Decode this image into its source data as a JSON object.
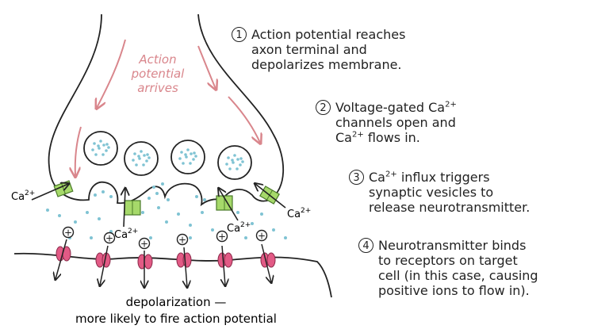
{
  "arrival_label": [
    "Action",
    "potential",
    "arrives"
  ],
  "ion_label": "Ca",
  "ion_charge": "2+",
  "plus_sign": "+",
  "steps": [
    {
      "num": "1",
      "text": "Action potential reaches\naxon terminal and\ndepolarizes membrane."
    },
    {
      "num": "2",
      "text_before": "Voltage-gated Ca",
      "sup1": "2+",
      "text_mid": "\nchannels open and\nCa",
      "sup2": "2+",
      "text_after": " flows in."
    },
    {
      "num": "3",
      "text_before": "Ca",
      "sup1": "2+",
      "text_after": " influx triggers\nsynaptic vesicles to\nrelease neurotransmitter."
    },
    {
      "num": "4",
      "text": "Neurotransmitter binds\nto receptors on target\ncell (in this case, causing\npositive ions to flow in)."
    }
  ],
  "caption": [
    "depolarization —",
    "more likely to fire action potential"
  ],
  "colors": {
    "arrow_pink": "#d9868c",
    "receptor": "#e25a85",
    "channel": "#a6d96a",
    "dots": "#7fc3d3",
    "ink": "#222222"
  }
}
